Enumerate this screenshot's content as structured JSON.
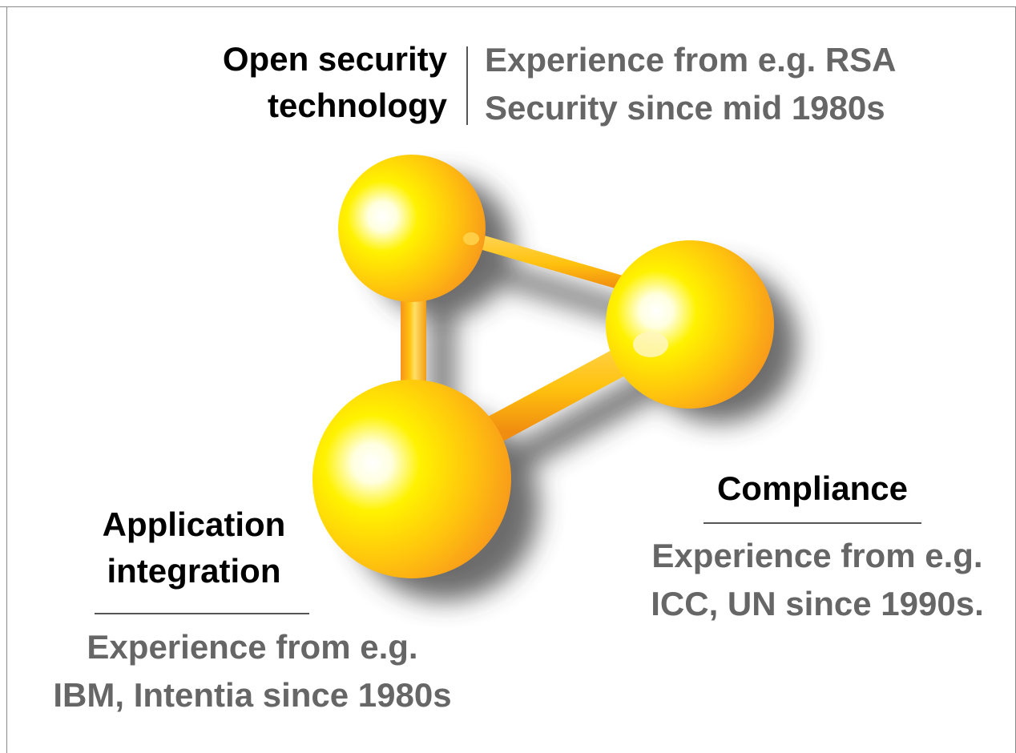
{
  "nodes": {
    "open_security": {
      "heading_lines": [
        "Open security",
        "technology"
      ],
      "detail_lines": [
        "Experience from e.g. RSA",
        "Security since mid 1980s"
      ]
    },
    "compliance": {
      "heading_lines": [
        "Compliance"
      ],
      "detail_lines": [
        "Experience from e.g.",
        "ICC, UN since 1990s."
      ]
    },
    "application_integration": {
      "heading_lines": [
        "Application",
        "integration"
      ],
      "detail_lines": [
        "Experience from e.g.",
        "IBM, Intentia since 1980s"
      ]
    }
  },
  "colors": {
    "sphere_highlight": "#ffffff",
    "sphere_light": "#fff200",
    "sphere_mid": "#ffc20e",
    "sphere_dark": "#f7941d",
    "heading_text": "#000000",
    "detail_text": "#666666"
  }
}
